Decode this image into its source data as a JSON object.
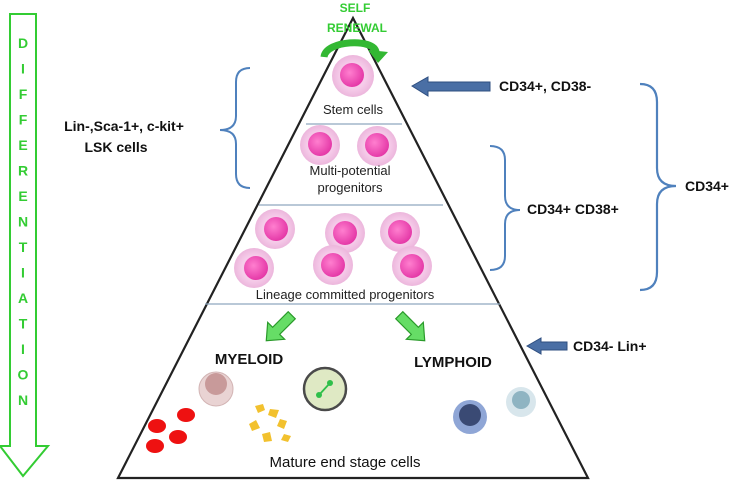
{
  "side_arrow": {
    "letters": [
      "D",
      "I",
      "F",
      "F",
      "E",
      "R",
      "E",
      "N",
      "T",
      "I",
      "A",
      "T",
      "I",
      "O",
      "N"
    ]
  },
  "pyramid": {
    "top_label_line1": "SELF",
    "top_label_line2": "RENEWAL",
    "tiers": {
      "stem": "Stem cells",
      "multi_line1": "Multi-potential",
      "multi_line2": "progenitors",
      "lineage": "Lineage committed progenitors",
      "mature": "Mature end stage cells"
    },
    "branches": {
      "myeloid": "MYELOID",
      "lymphoid": "LYMPHOID"
    }
  },
  "left_annotation": {
    "line1": "Lin-,Sca-1+, c-kit+",
    "line2": "LSK cells"
  },
  "right_annotations": {
    "stem_markers": "CD34+, CD38-",
    "progenitor_markers": "CD34+ CD38+",
    "overall_marker": "CD34+",
    "mature_markers": "CD34- Lin+"
  },
  "colors": {
    "green_accent": "#33cc33",
    "blue_bracket": "#4f81bd",
    "pink_cell": "#ee3fae",
    "pink_halo": "#f4c2e4"
  }
}
